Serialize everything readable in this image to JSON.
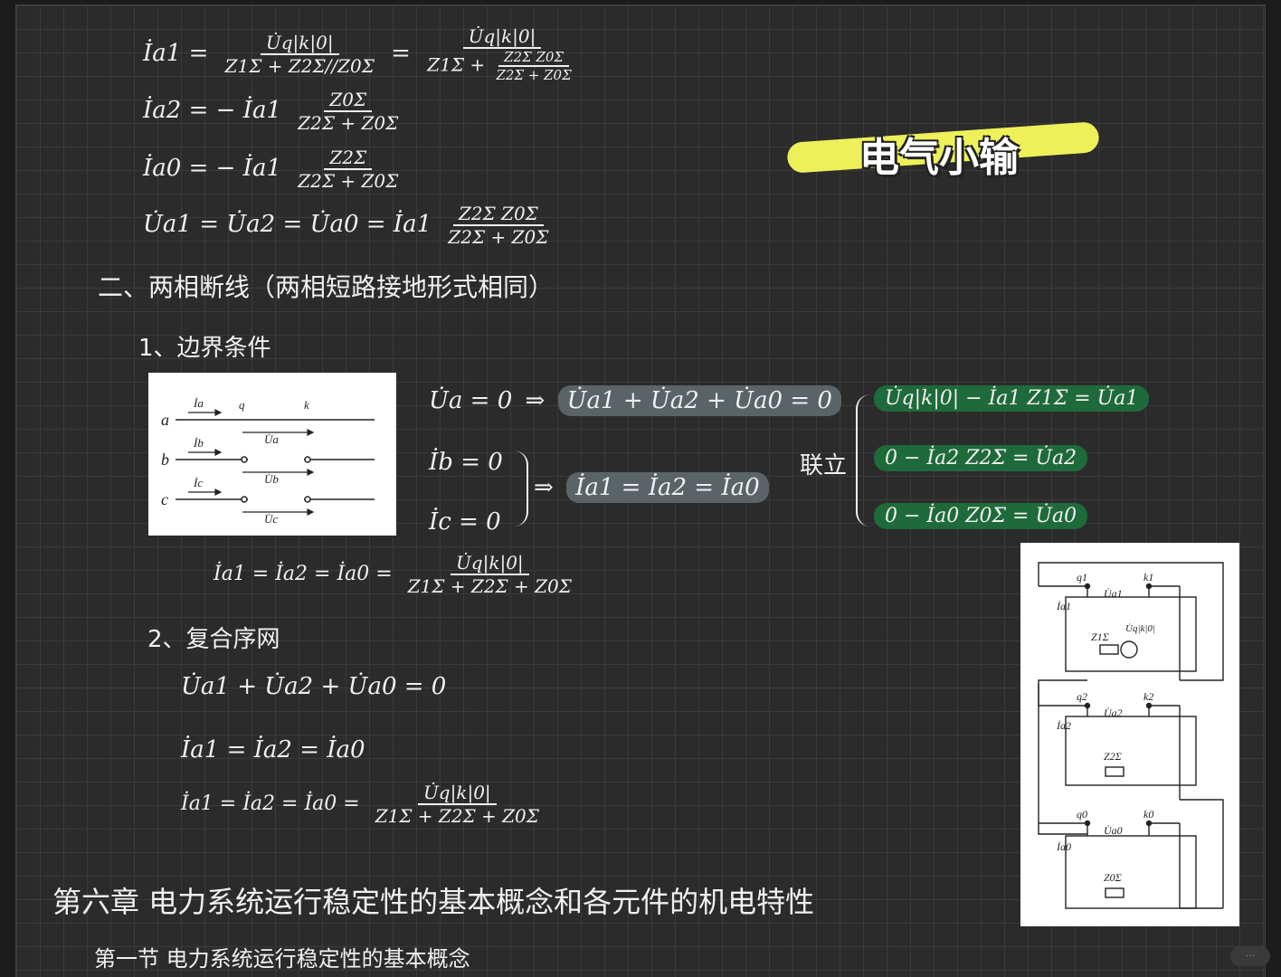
{
  "equations": {
    "ia1": {
      "lhs": "İa1 =",
      "num1": "U̇q|k|0|",
      "den1": "Z1Σ + Z2Σ//Z0Σ",
      "eq": "=",
      "num2": "U̇q|k|0|",
      "den2_a": "Z1Σ +",
      "den2_num": "Z2Σ Z0Σ",
      "den2_den": "Z2Σ + Z0Σ"
    },
    "ia2": {
      "lhs": "İa2 = − İa1",
      "num": "Z0Σ",
      "den": "Z2Σ + Z0Σ"
    },
    "ia0": {
      "lhs": "İa0 = − İa1",
      "num": "Z2Σ",
      "den": "Z2Σ + Z0Σ"
    },
    "ua": {
      "lhs": "U̇a1 = U̇a2 = U̇a0 = İa1",
      "num": "Z2Σ Z0Σ",
      "den": "Z2Σ + Z0Σ"
    }
  },
  "section2": {
    "heading": "二、两相断线（两相短路接地形式相同）",
    "sub1": "1、边界条件",
    "cond_ua": "U̇a = 0",
    "cond_ua_result": "U̇a1 + U̇a2 + U̇a0 = 0",
    "cond_ib": "İb = 0",
    "cond_ic": "İc = 0",
    "cond_i_result": "İa1 = İa2 = İa0",
    "arrow": "⇒",
    "union_label": "联立",
    "union_eqs": [
      "U̇q|k|0| − İa1 Z1Σ = U̇a1",
      "0 − İa2 Z2Σ = U̇a2",
      "0 − İa0 Z0Σ = U̇a0"
    ],
    "result_lhs": "İa1 = İa2 = İa0 =",
    "result_num": "U̇q|k|0|",
    "result_den": "Z1Σ + Z2Σ + Z0Σ",
    "sub2": "2、复合序网",
    "net_eq1": "U̇a1 + U̇a2 + U̇a0 = 0",
    "net_eq2": "İa1 = İa2 = İa0",
    "net_eq3_lhs": "İa1 = İa2 = İa0 =",
    "net_eq3_num": "U̇q|k|0|",
    "net_eq3_den": "Z1Σ + Z2Σ + Z0Σ"
  },
  "chapter": {
    "title": "第六章  电力系统运行稳定性的基本概念和各元件的机电特性",
    "section": "第一节  电力系统运行稳定性的基本概念"
  },
  "figure_left": {
    "phases": [
      "a",
      "b",
      "c"
    ],
    "currents": [
      "İa",
      "İb",
      "İc"
    ],
    "voltages": [
      "U̇a",
      "U̇b",
      "U̇c"
    ],
    "node_q": "q",
    "node_k": "k"
  },
  "figure_right": {
    "blocks": [
      {
        "q": "q1",
        "k": "k1",
        "u": "U̇a1",
        "i": "İa1",
        "z": "Z1Σ",
        "src": "U̇q|k|0|"
      },
      {
        "q": "q2",
        "k": "k2",
        "u": "U̇a2",
        "i": "İa2",
        "z": "Z2Σ"
      },
      {
        "q": "q0",
        "k": "k0",
        "u": "U̇a0",
        "i": "İa0",
        "z": "Z0Σ"
      }
    ]
  },
  "watermark": {
    "text": "电气小输"
  },
  "colors": {
    "board": "#2b2b2b",
    "chalk": "#f1f1f1",
    "highlight_gray": "#5a6468",
    "highlight_green": "#1f6a3a",
    "marker": "#eef05a"
  }
}
